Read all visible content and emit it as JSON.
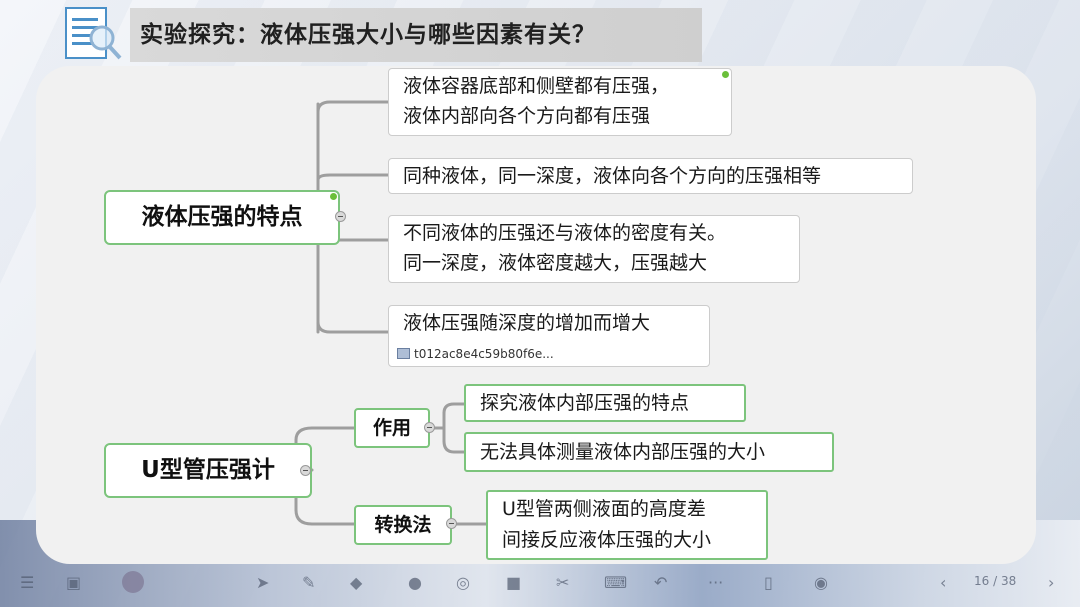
{
  "header": {
    "title": "实验探究：液体压强大小与哪些因素有关？",
    "icon": "document-magnifier-icon"
  },
  "mindmap": {
    "topic1": {
      "label": "液体压强的特点",
      "children": [
        {
          "line1": "液体容器底部和侧壁都有压强，",
          "line2": "液体内部向各个方向都有压强"
        },
        {
          "line1": "同种液体，同一深度，液体向各个方向的压强相等"
        },
        {
          "line1": "不同液体的压强还与液体的密度有关。",
          "line2": "同一深度，液体密度越大，压强越大"
        },
        {
          "line1": "液体压强随深度的增加而增大",
          "attachment": "t012ac8e4c59b80f6e..."
        }
      ]
    },
    "topic2": {
      "label": "U型管压强计",
      "branches": [
        {
          "label": "作用",
          "children": [
            "探究液体内部压强的特点",
            "无法具体测量液体内部压强的大小"
          ]
        },
        {
          "label": "转换法",
          "children": [
            {
              "line1": "U型管两侧液面的高度差",
              "line2": "间接反应液体压强的大小"
            }
          ]
        }
      ]
    }
  },
  "toolbar": {
    "page": "16 / 38",
    "icons": [
      "menu-icon",
      "window-icon",
      "avatar",
      "pointer-icon",
      "pen-icon",
      "eraser-icon",
      "shape-icon",
      "zoom-icon",
      "board-icon",
      "scissors-icon",
      "keyboard-icon",
      "undo-icon",
      "more-icon",
      "file-icon",
      "mic-icon",
      "prev-icon",
      "next-icon"
    ]
  },
  "colors": {
    "node_border": "#7cc47c",
    "connector": "#9e9e9e",
    "dot": "#6bbf3a",
    "panel": "#f1f1f1"
  }
}
